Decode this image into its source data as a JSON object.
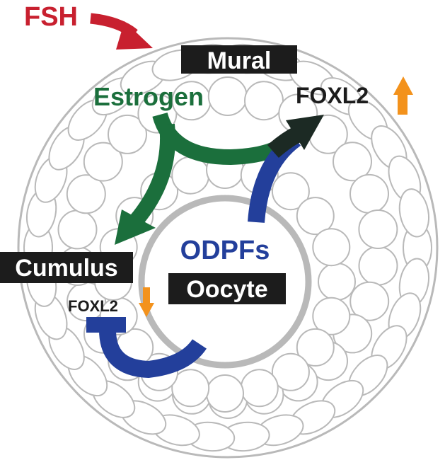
{
  "labels": {
    "fsh": "FSH",
    "mural": "Mural",
    "estrogen": "Estrogen",
    "foxl2_up": "FOXL2",
    "odpfs": "ODPFs",
    "cumulus": "Cumulus",
    "oocyte": "Oocyte",
    "foxl2_down": "FOXL2"
  },
  "colors": {
    "fsh": "#c8202f",
    "estrogen": "#1b6f3c",
    "odpfs": "#233f9b",
    "foxl2_up_arrow": "#f3921c",
    "foxl2_down_arrow": "#f3921c",
    "cell_outline": "#b9b9b9",
    "label_box": "#1c1c1c"
  },
  "icons": {
    "foxl2_up": "up-arrow-icon",
    "foxl2_down": "down-arrow-icon"
  }
}
